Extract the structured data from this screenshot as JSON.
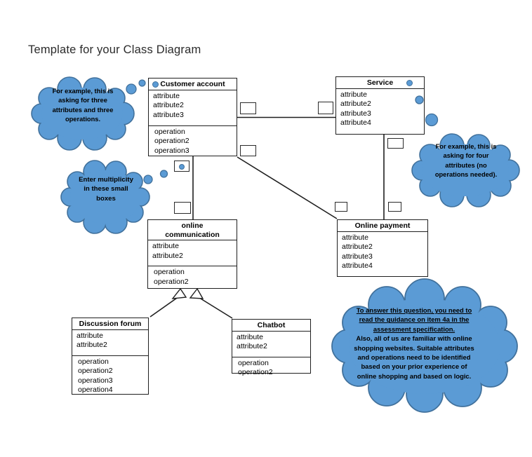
{
  "page": {
    "title": "Template for your Class Diagram"
  },
  "colors": {
    "cloud_fill": "#5B9BD5",
    "cloud_border": "#41719C",
    "box_border": "#1f1f1f",
    "background": "#ffffff"
  },
  "classes": [
    {
      "name": "Customer account",
      "attributes": [
        "attribute",
        "attribute2",
        "attribute3"
      ],
      "operations": [
        "operation",
        "operation2",
        "operation3"
      ]
    },
    {
      "name": "Service",
      "attributes": [
        "attribute",
        "attribute2",
        "attribute3",
        "attribute4"
      ],
      "operations": []
    },
    {
      "name": "online communication",
      "attributes": [
        "attribute",
        "attribute2"
      ],
      "operations": [
        "operation",
        "operation2"
      ]
    },
    {
      "name": "Online payment",
      "attributes": [
        "attribute",
        "attribute2",
        "attribute3",
        "attribute4"
      ],
      "operations": []
    },
    {
      "name": "Discussion forum",
      "attributes": [
        "attribute",
        "attribute2"
      ],
      "operations": [
        "operation",
        "operation2",
        "operation3",
        "operation4"
      ]
    },
    {
      "name": "Chatbot",
      "attributes": [
        "attribute",
        "attribute2"
      ],
      "operations": [
        "operation",
        "operation2"
      ]
    }
  ],
  "callouts": {
    "example_three": "For example, this is asking for three attributes and three operations.",
    "multiplicity": "Enter multiplicity in these small boxes",
    "example_four": "For example, this is asking for four attributes (no operations needed).",
    "guidance_underlined": "To answer this question, you need to read the guidance on item 4a in the assessment specification.",
    "guidance_rest": "Also, all of us are familiar with online shopping websites. Suitable attributes and operations need to be identified based on your prior experience of online shopping and based on logic."
  }
}
